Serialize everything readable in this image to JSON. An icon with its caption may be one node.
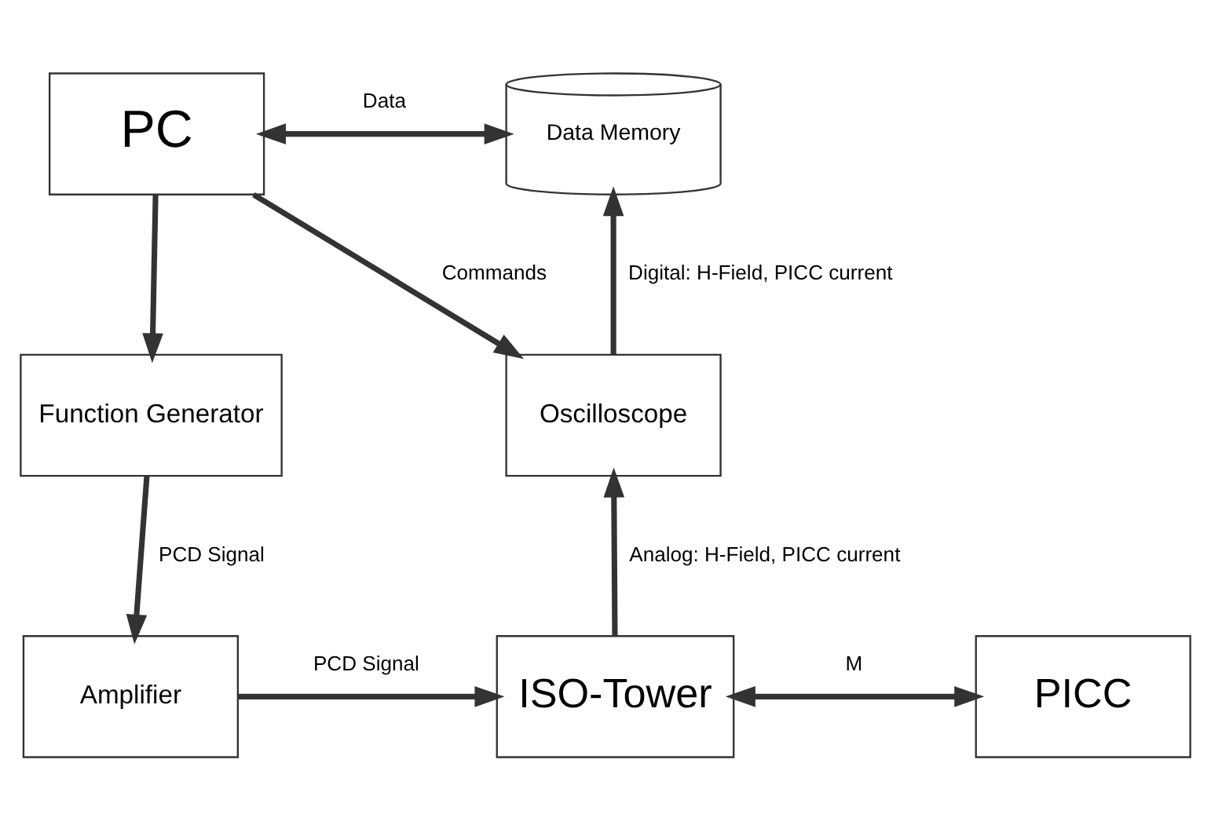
{
  "diagram": {
    "nodes": [
      {
        "text": [
          "PC"
        ]
      },
      {
        "text": [
          "Data Memory"
        ]
      },
      {
        "text": [
          "Function Generator"
        ]
      },
      {
        "text": [
          "Oscilloscope"
        ]
      },
      {
        "text": [
          "Amplifier"
        ]
      },
      {
        "text": [
          "ISO-Tower"
        ]
      },
      {
        "text": [
          "PICC"
        ]
      }
    ],
    "edges": [
      {
        "from": 0,
        "to": 1,
        "arrow": "both",
        "label": "Data"
      },
      {
        "from": 0,
        "to": 2,
        "arrow": "to"
      },
      {
        "from": 0,
        "to": 3,
        "arrow": "to",
        "label": "Commands"
      },
      {
        "from": 2,
        "to": 4,
        "arrow": "to",
        "label": "PCD Signal"
      },
      {
        "from": 4,
        "to": 5,
        "arrow": "to",
        "label": "PCD Signal"
      },
      {
        "from": 5,
        "to": 3,
        "arrow": "to",
        "label": "Analog: H-Field, PICC current"
      },
      {
        "from": 3,
        "to": 1,
        "arrow": "to",
        "label": "Digital: H-Field, PICC current"
      },
      {
        "from": 5,
        "to": 6,
        "arrow": "both",
        "label": "M"
      }
    ]
  }
}
